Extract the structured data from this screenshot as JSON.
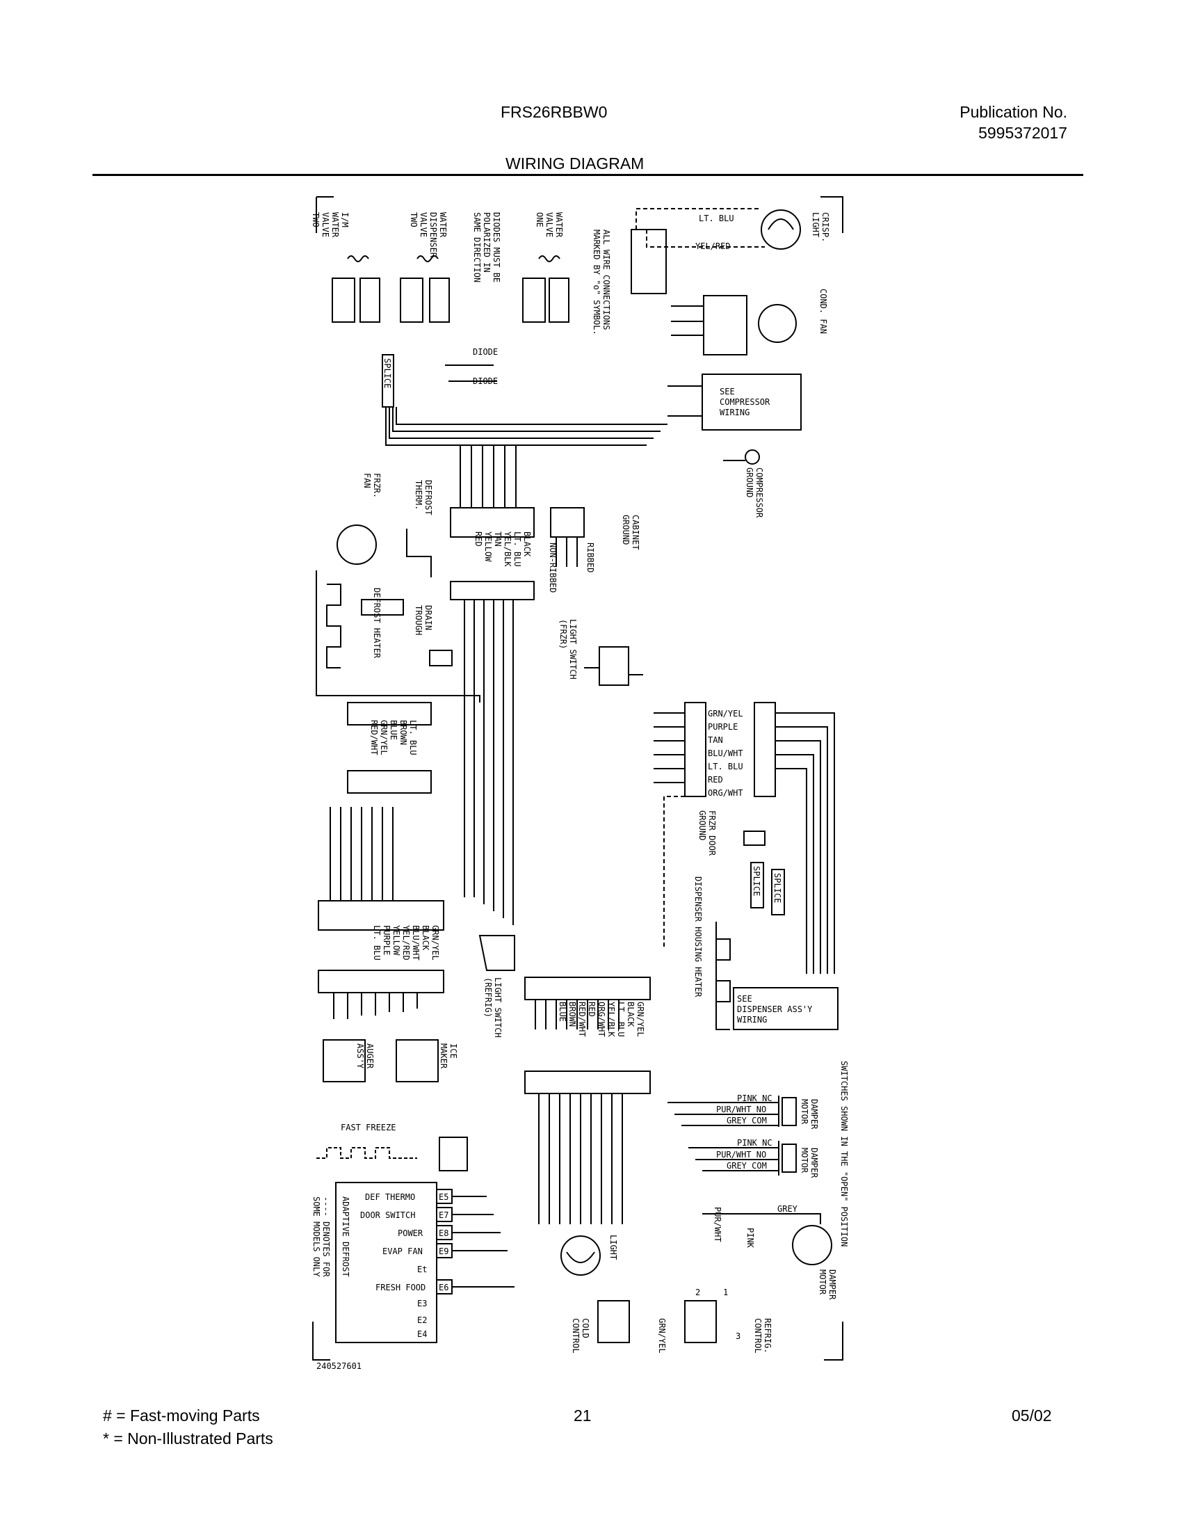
{
  "header": {
    "model": "FRS26RBBW0",
    "publication_label": "Publication No.",
    "publication_number": "5995372017",
    "title": "WIRING DIAGRAM"
  },
  "footer": {
    "legend_fast": "# = Fast-moving Parts",
    "legend_non": "* = Non-Illustrated Parts",
    "page_number": "21",
    "date": "05/02"
  },
  "diagram": {
    "drawing_number": "240527601",
    "rotated_labels": {
      "im_valve": [
        "I/M",
        "WATER",
        "VALVE",
        "TWO"
      ],
      "dispenser_valve": [
        "WATER",
        "DISPENSER",
        "VALVE",
        "TWO"
      ],
      "diodes_note": [
        "DIODES MUST BE",
        "POLARIZED IN",
        "SAME DIRECTION"
      ],
      "water_valve_one": [
        "WATER",
        "VALVE",
        "ONE"
      ],
      "connections_note": [
        "ALL WIRE CONNECTIONS",
        "MARKED BY \"o\" SYMBOL."
      ],
      "crisp_light": [
        "CRISP.",
        "LIGHT"
      ],
      "cond_fan": [
        "COND. FAN"
      ],
      "compressor_ground": [
        "COMPRESSOR",
        "GROUND"
      ],
      "frzr_fan": [
        "FRZR.",
        "FAN"
      ],
      "defrost_therm": [
        "DEFROST",
        "THERM."
      ],
      "harness1": [
        "BLACK",
        "LT. BLU",
        "YEL/BLK",
        "TAN",
        "YELLOW",
        "RED"
      ],
      "cabinet_ground": [
        "CABINET",
        "GROUND"
      ],
      "ribbed": [
        "RIBBED",
        "NON-RIBBED"
      ],
      "defrost_heater": [
        "DEFROST HEATER"
      ],
      "drain_trough": [
        "DRAIN",
        "TROUGH"
      ],
      "light_switch_frzr": [
        "LIGHT SWITCH",
        "(FRZR)"
      ],
      "harness2": [
        "LT. BLU",
        "BROWN",
        "BLUE",
        "GRN/YEL",
        "RED/WHT"
      ],
      "frzr_door_ground": [
        "FRZR DOOR",
        "GROUND"
      ],
      "dispenser_housing_heater": [
        "DISPENSER HOUSING HEATER"
      ],
      "harness3": [
        "GRN/YEL",
        "BLACK",
        "BLU/WHT",
        "YEL/RED",
        "YELLOW",
        "PURPLE",
        "LT. BLU"
      ],
      "light_switch_refrig": [
        "LIGHT SWITCH",
        "(REFRIG)"
      ],
      "harness4": [
        "GRN/YEL",
        "BLACK",
        "LT. BLU",
        "YEL/BLK",
        "ORG/WHT",
        "RED",
        "RED/WHT",
        "BROWN",
        "BLUE"
      ],
      "auger": [
        "AUGER",
        "ASS'Y"
      ],
      "ice_maker": [
        "ICE",
        "MAKER"
      ],
      "switches_note": [
        "SWITCHES SHOWN IN THE \"OPEN\" POSITION"
      ],
      "damper_motor_top": [
        "DAMPER",
        "MOTOR"
      ],
      "damper_motor_mid": [
        "DAMPER",
        "MOTOR"
      ],
      "damper_motor_bot": [
        "DAMPER",
        "MOTOR"
      ],
      "adaptive_note": [
        "ADAPTIVE DEFROST",
        "---- DENOTES FOR",
        "SOME MODELS ONLY"
      ],
      "light_bot": [
        "LIGHT"
      ],
      "pur_wht": [
        "PUR/WHT"
      ],
      "pink": [
        "PINK"
      ],
      "cold_control": [
        "COLD",
        "CONTROL"
      ],
      "grn_yel_bot": [
        "GRN/YEL"
      ],
      "refrig_control": [
        "REFRIG.",
        "CONTROL"
      ]
    },
    "horizontal_labels": {
      "lt_blu": "LT. BLU",
      "yel_red": "YEL/RED",
      "diode1": "DIODE",
      "diode2": "DIODE",
      "splice_vert": "SPLICE",
      "see_compressor": [
        "SEE",
        "COMPRESSOR",
        "WIRING"
      ],
      "door_harness": [
        "GRN/YEL",
        "PURPLE",
        "TAN",
        "BLU/WHT",
        "LT. BLU",
        "RED",
        "ORG/WHT"
      ],
      "splice1": "SPLICE",
      "splice2": "SPLICE",
      "see_dispenser": [
        "SEE",
        "DISPENSER ASS'Y",
        "WIRING"
      ],
      "fast_freeze": "FAST FREEZE",
      "control_rows": [
        "DEF THERMO",
        "DOOR SWITCH",
        "POWER",
        "EVAP FAN",
        "Et",
        "FRESH FOOD",
        "E3",
        "E2",
        "E4"
      ],
      "terminals": [
        "E5",
        "E7",
        "E8",
        "E9",
        "E6"
      ],
      "damper_rows_top": [
        "PINK NC",
        "PUR/WHT NO",
        "GREY COM"
      ],
      "damper_rows_mid": [
        "PINK NC",
        "PUR/WHT NO",
        "GREY COM"
      ],
      "grey": "GREY",
      "refrig_pins": [
        "2",
        "1",
        "3"
      ]
    }
  }
}
